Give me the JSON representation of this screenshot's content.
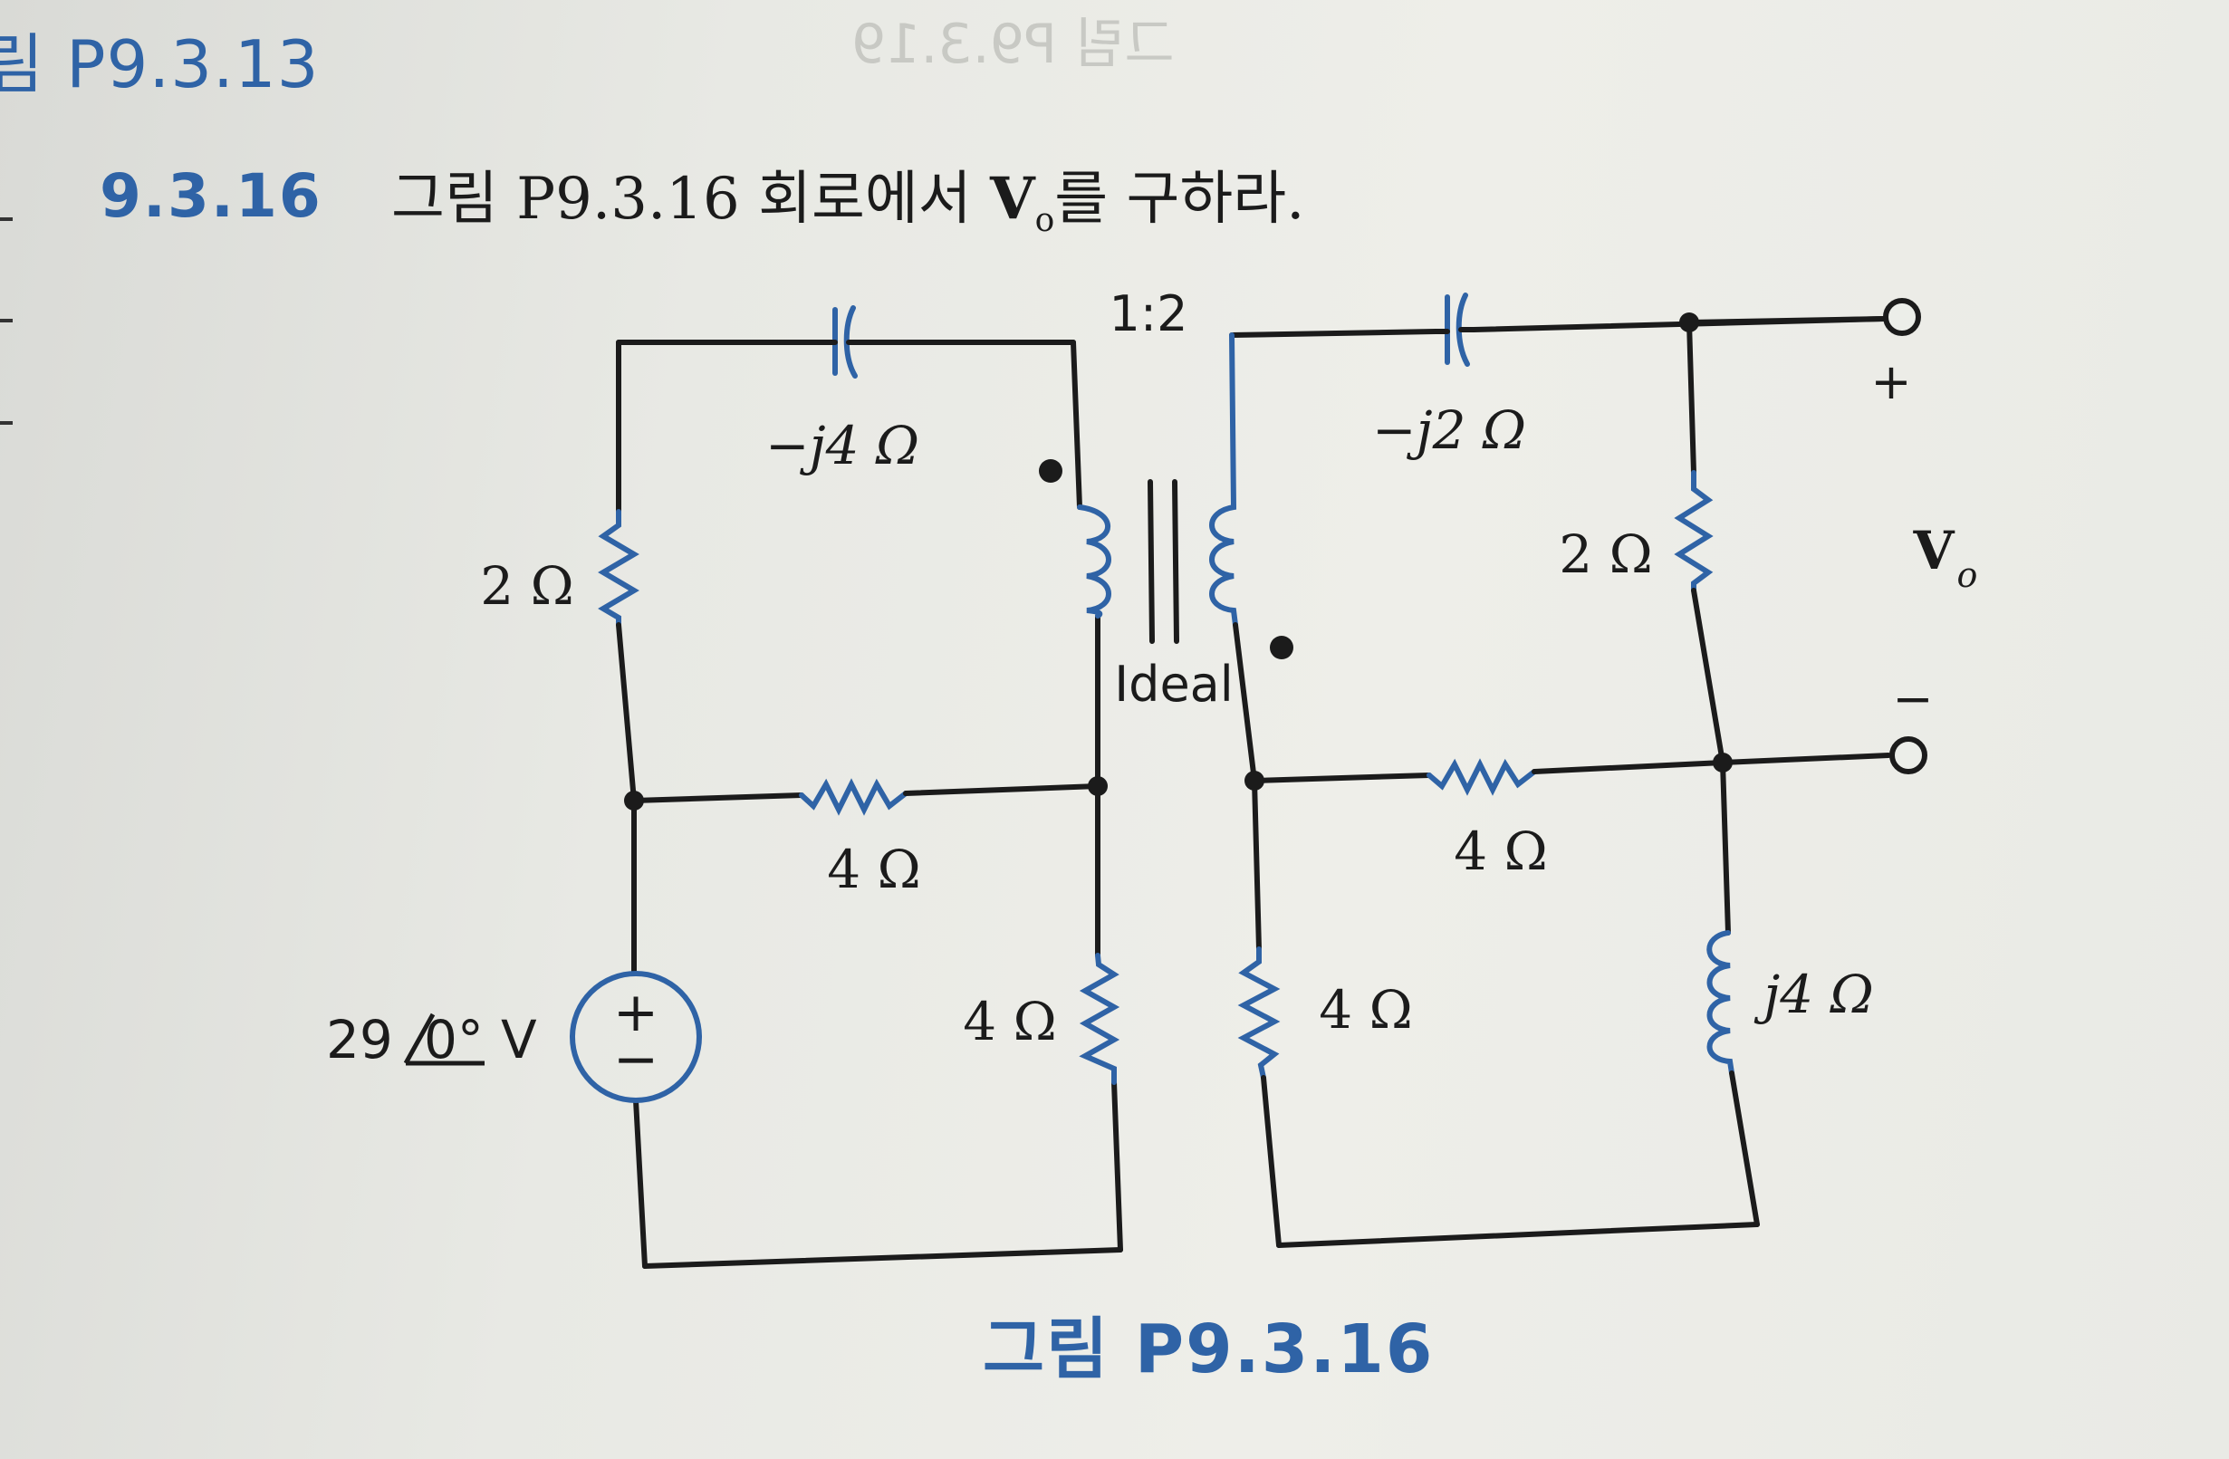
{
  "header": {
    "previous_figure_caption": "림 P9.3.13",
    "problem_number": "9.3.16",
    "problem_text_before": "그림 P9.3.16 회로에서 ",
    "problem_var": "V",
    "problem_var_sub": "o",
    "problem_text_after": "를 구하라."
  },
  "circuit": {
    "turns_ratio": "1:2",
    "transformer_label": "Ideal",
    "source_label": "29",
    "source_angle": "0°",
    "source_unit": "V",
    "source_plus": "+",
    "source_minus": "−",
    "left_capacitor": "−j4 Ω",
    "left_resistor": "2 Ω",
    "middle_resistor_left": "4 Ω",
    "right_leg_resistor_left": "4 Ω",
    "right_capacitor": "−j2 Ω",
    "right_top_resistor": "2 Ω",
    "middle_resistor_right": "4 Ω",
    "left_leg_resistor_right": "4 Ω",
    "inductor_right": "j4 Ω",
    "output_plus": "+",
    "output_minus": "−",
    "output_label": "V",
    "output_sub": "o"
  },
  "footer": {
    "figure_caption": "그림 P9.3.16"
  },
  "colors": {
    "accent_blue": "#2f63a6",
    "ink": "#1b1b1b"
  }
}
